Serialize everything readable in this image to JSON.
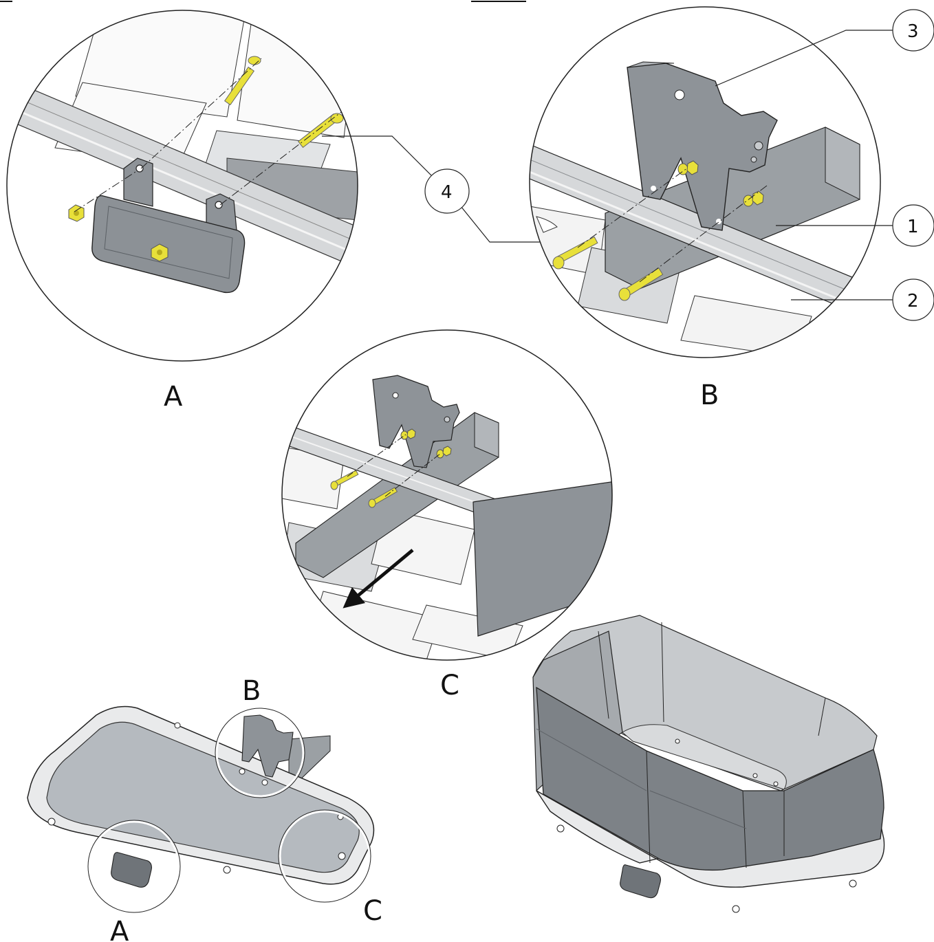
{
  "header": {
    "left_text": "",
    "right_text": ""
  },
  "views": {
    "a": {
      "label": "A"
    },
    "b": {
      "label": "B"
    },
    "c": {
      "label": "C"
    }
  },
  "overview_labels": {
    "a": "A",
    "b": "B",
    "c": "C"
  },
  "callouts": {
    "c1": "1",
    "c2": "2",
    "c3": "3",
    "c4": "4"
  },
  "colors": {
    "steel": "#8e9398",
    "steel_dark": "#6f7479",
    "rail": "#d4d6d8",
    "tray": "#b7bbbf",
    "brass": "#e8e03a",
    "line": "#1a1a1a"
  }
}
